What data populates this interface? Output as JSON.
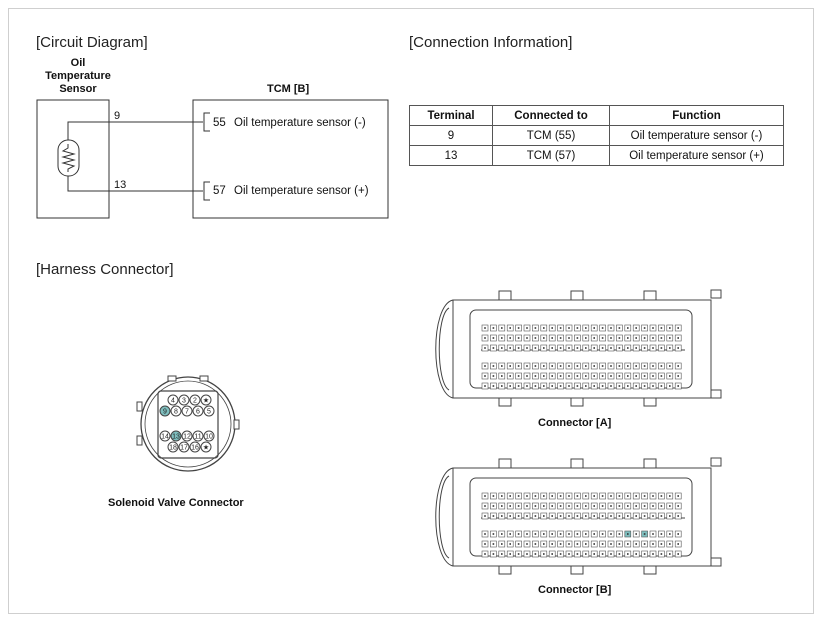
{
  "circuit": {
    "title": "[Circuit Diagram]",
    "sensor_label_line1": "Oil",
    "sensor_label_line2": "Temperature",
    "sensor_label_line3": "Sensor",
    "tcm_label": "TCM [B]",
    "wires": [
      {
        "sensor_pin": "9",
        "tcm_pin": "55",
        "tcm_label": "Oil temperature sensor (-)"
      },
      {
        "sensor_pin": "13",
        "tcm_pin": "57",
        "tcm_label": "Oil temperature sensor (+)"
      }
    ]
  },
  "connection_info": {
    "title": "[Connection Information]",
    "headers": [
      "Terminal",
      "Connected to",
      "Function"
    ],
    "rows": [
      [
        "9",
        "TCM (55)",
        "Oil temperature sensor (-)"
      ],
      [
        "13",
        "TCM (57)",
        "Oil temperature sensor (+)"
      ]
    ]
  },
  "harness": {
    "title": "[Harness Connector]",
    "solenoid_label": "Solenoid Valve Connector",
    "solenoid_pins_row1": [
      "4",
      "3",
      "2",
      "★"
    ],
    "solenoid_pins_row2": [
      "9",
      "8",
      "7",
      "6",
      "5"
    ],
    "solenoid_pins_row3": [
      "14",
      "13",
      "12",
      "11",
      "10"
    ],
    "solenoid_pins_row4": [
      "18",
      "17",
      "16",
      "★"
    ],
    "connector_a_label": "Connector [A]",
    "connector_b_label": "Connector [B]"
  },
  "colors": {
    "highlight_pin": "#7fbfbf",
    "line": "#333333"
  }
}
